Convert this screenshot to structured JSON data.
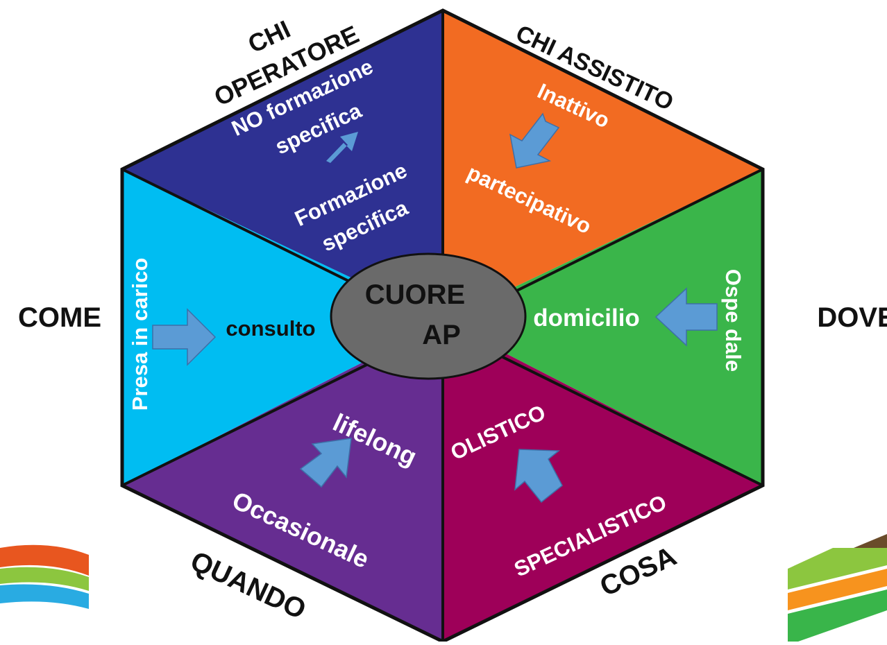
{
  "center": {
    "line1": "CUORE",
    "line2": "AP"
  },
  "outer_labels": {
    "top_left_line1": "CHI",
    "top_left_line2": "OPERATORE",
    "top_right": "CHI ASSISTITO",
    "left": "COME",
    "right": "DOVE",
    "bottom_left": "QUANDO",
    "bottom_right": "COSA"
  },
  "sectors": {
    "operatore": {
      "from_line1": "NO formazione",
      "from_line2": "specifica",
      "to_line1": "Formazione",
      "to_line2": "specifica",
      "color": "#2E3192"
    },
    "assistito": {
      "from": "Inattivo",
      "to": "partecipativo",
      "color": "#F26B22"
    },
    "dove": {
      "from": "Ospe dale",
      "to": "domicilio",
      "color": "#3AB54A"
    },
    "cosa": {
      "from": "SPECIALISTICO",
      "to": "OLISTICO",
      "color": "#9E0059"
    },
    "quando": {
      "from": "Occasionale",
      "to": "lifelong",
      "color": "#662D91"
    },
    "come": {
      "from": "Presa in carico",
      "to": "consulto",
      "color": "#00BDF2"
    }
  },
  "colors": {
    "center_fill": "#6A6A6A",
    "arrow_fill": "#5B9BD5",
    "outline": "#111111"
  }
}
